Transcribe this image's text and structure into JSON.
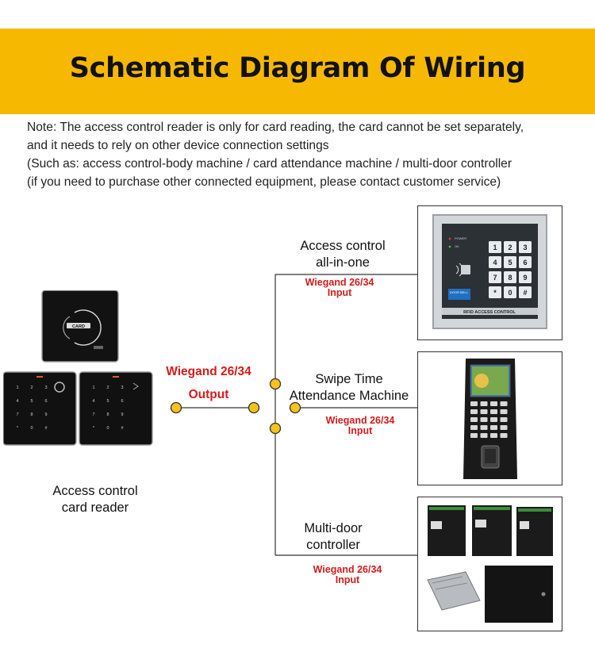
{
  "banner": {
    "title": "Schematic Diagram Of Wiring",
    "color": "#f6b800"
  },
  "note": {
    "lines": [
      "Note: The access control reader is only for card reading, the card cannot be set separately,",
      "and it needs to rely on other device connection settings",
      "(Such as: access control-body machine / card attendance machine / multi-door controller",
      "(if you need to purchase other connected equipment, please contact customer service)"
    ]
  },
  "reader": {
    "label_line1": "Access control",
    "label_line2": "card reader",
    "card_text": "CARD",
    "keypad_digits": [
      "1",
      "2",
      "3",
      "4",
      "5",
      "6",
      "7",
      "8",
      "9",
      "*",
      "0",
      "#"
    ]
  },
  "output": {
    "line1": "Wiegand 26/34",
    "line2": "Output",
    "color": "#d61a1a"
  },
  "devices": [
    {
      "name_line1": "Access control",
      "name_line2": "all-in-one",
      "wiegand": "Wiegand 26/34",
      "io": "Input",
      "panel_power": "POWER",
      "panel_ok": "OK",
      "panel_caption": "RFID ACCESS CONTROL",
      "doorbell": "DOOR BELL",
      "keys": [
        "1",
        "2",
        "3",
        "4",
        "5",
        "6",
        "7",
        "8",
        "9",
        "*",
        "0",
        "#"
      ]
    },
    {
      "name_line1": "Swipe Time",
      "name_line2": "Attendance Machine",
      "wiegand": "Wiegand 26/34",
      "io": "Input"
    },
    {
      "name_line1": "Multi-door",
      "name_line2": "controller",
      "wiegand": "Wiegand 26/34",
      "io": "Input"
    }
  ],
  "colors": {
    "wire": "#333333",
    "node_fill": "#f6c21c",
    "node_stroke": "#333333"
  }
}
